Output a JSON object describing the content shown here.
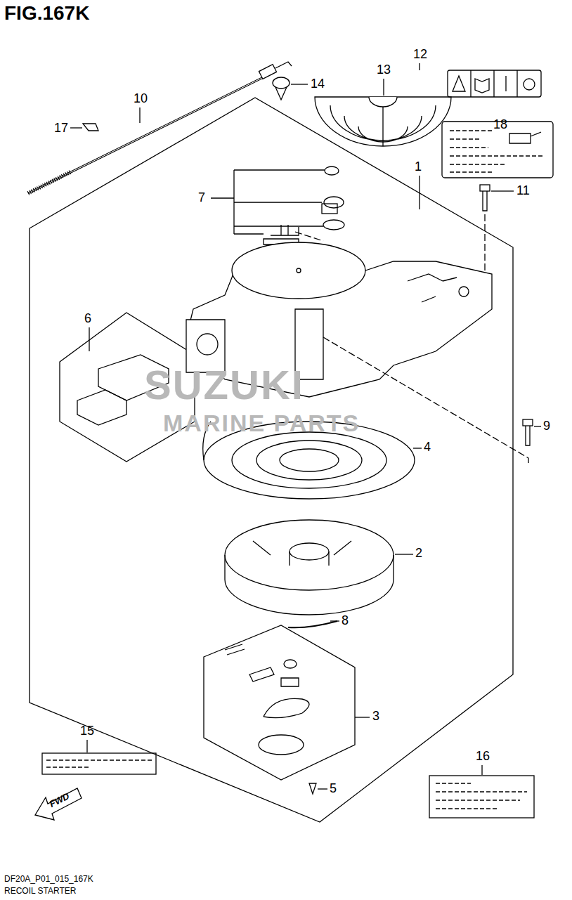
{
  "diagram": {
    "title": "FIG.167K",
    "caption": "RECOIL STARTER",
    "labels": [
      "12",
      "13",
      "14",
      "10",
      "18",
      "17",
      "1",
      "7",
      "11",
      "6",
      "9",
      "4",
      "2",
      "8",
      "3",
      "15",
      "16",
      "5",
      "FWD",
      "SUZUKI",
      "MARINE PARTS",
      "DF20A_P01_015_167K"
    ]
  }
}
